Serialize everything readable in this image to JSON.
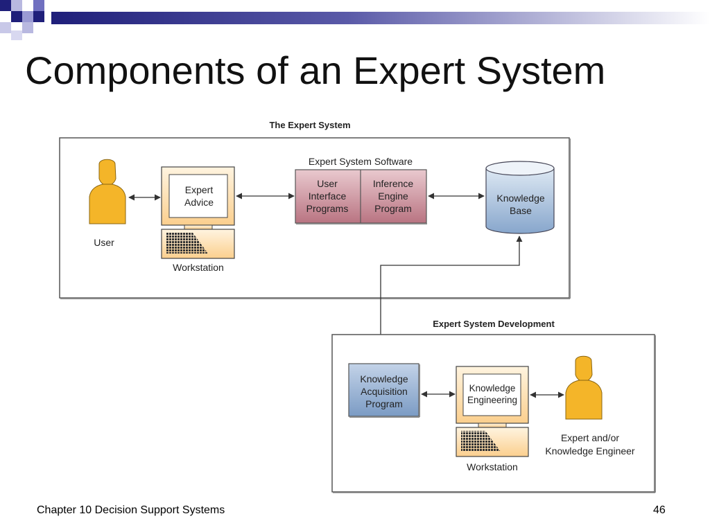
{
  "slide": {
    "title": "Components of an Expert System",
    "footer_left": "Chapter 10 Decision Support Systems",
    "page_number": "46"
  },
  "diagram": {
    "top_panel": {
      "label": "The Expert System",
      "user_label": "User",
      "monitor_lines": [
        "Expert",
        "Advice"
      ],
      "workstation_label": "Workstation",
      "software_label": "Expert System Software",
      "ui_programs_lines": [
        "User",
        "Interface",
        "Programs"
      ],
      "inference_lines": [
        "Inference",
        "Engine",
        "Program"
      ],
      "kb_lines": [
        "Knowledge",
        "Base"
      ]
    },
    "bottom_panel": {
      "label": "Expert System Development",
      "kap_lines": [
        "Knowledge",
        "Acquisition",
        "Program"
      ],
      "monitor_lines": [
        "Knowledge",
        "Engineering"
      ],
      "workstation_label": "Workstation",
      "expert_lines": [
        "Expert and/or",
        "Knowledge Engineer"
      ]
    }
  },
  "colors": {
    "title_bar_blue": "#1f1f7a",
    "person_fill": "#f4b529",
    "workstation_fill": "#fde2b8",
    "software_fill": "#c98a96",
    "database_fill": "#a9c1dd",
    "kap_fill": "#8fadd3"
  }
}
